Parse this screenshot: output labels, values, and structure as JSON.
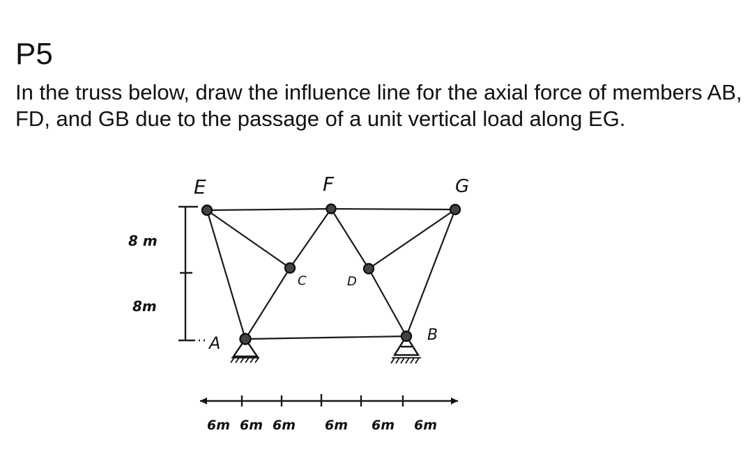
{
  "problem": {
    "number": "P5",
    "statement": "In the truss below, draw the influence line for the axial force of members AB, FD, and GB due to the passage of a unit vertical load along EG."
  },
  "truss": {
    "joint_labels": {
      "E": "E",
      "F": "F",
      "G": "G",
      "A": "A",
      "B": "B",
      "C": "C",
      "D": "D"
    },
    "members": [
      "EF",
      "FG",
      "EC",
      "CF",
      "FD",
      "DG",
      "EA",
      "AC",
      "AB",
      "DB",
      "GB"
    ],
    "supports": {
      "A": "pin",
      "B": "pin"
    },
    "vertical_dimensions": [
      "8 m",
      "8m"
    ],
    "horizontal_dimensions": [
      "6m",
      "6m",
      "6m",
      "6m",
      "6m",
      "6m"
    ]
  },
  "colors": {
    "ink": "#111111",
    "joint_fill": "#444444",
    "background": "#ffffff"
  }
}
